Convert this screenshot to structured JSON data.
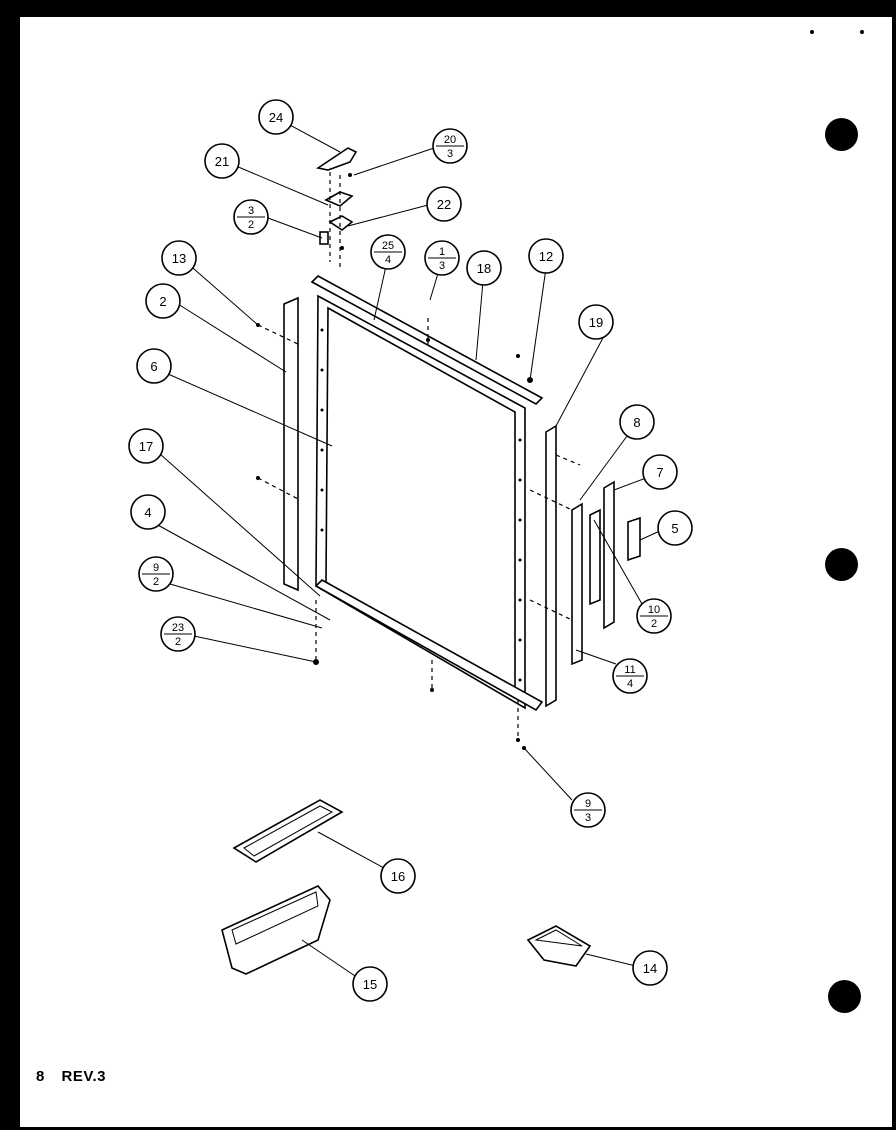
{
  "footer": {
    "page_number": "8",
    "revision": "REV.3"
  },
  "callouts": [
    {
      "id": "c24",
      "top": "24",
      "bottom": ""
    },
    {
      "id": "c21",
      "top": "21",
      "bottom": ""
    },
    {
      "id": "c20",
      "top": "20",
      "bottom": "3"
    },
    {
      "id": "c22",
      "top": "22",
      "bottom": ""
    },
    {
      "id": "c3",
      "top": "3",
      "bottom": "2"
    },
    {
      "id": "c13",
      "top": "13",
      "bottom": ""
    },
    {
      "id": "c25",
      "top": "25",
      "bottom": "4"
    },
    {
      "id": "c1",
      "top": "1",
      "bottom": "3"
    },
    {
      "id": "c18",
      "top": "18",
      "bottom": ""
    },
    {
      "id": "c12",
      "top": "12",
      "bottom": ""
    },
    {
      "id": "c2",
      "top": "2",
      "bottom": ""
    },
    {
      "id": "c19",
      "top": "19",
      "bottom": ""
    },
    {
      "id": "c6",
      "top": "6",
      "bottom": ""
    },
    {
      "id": "c8",
      "top": "8",
      "bottom": ""
    },
    {
      "id": "c17",
      "top": "17",
      "bottom": ""
    },
    {
      "id": "c7",
      "top": "7",
      "bottom": ""
    },
    {
      "id": "c4",
      "top": "4",
      "bottom": ""
    },
    {
      "id": "c5",
      "top": "5",
      "bottom": ""
    },
    {
      "id": "c9a",
      "top": "9",
      "bottom": "2"
    },
    {
      "id": "c10",
      "top": "10",
      "bottom": "2"
    },
    {
      "id": "c23",
      "top": "23",
      "bottom": "2"
    },
    {
      "id": "c11",
      "top": "11",
      "bottom": "4"
    },
    {
      "id": "c9b",
      "top": "9",
      "bottom": "3"
    },
    {
      "id": "c16",
      "top": "16",
      "bottom": ""
    },
    {
      "id": "c15",
      "top": "15",
      "bottom": ""
    },
    {
      "id": "c14",
      "top": "14",
      "bottom": ""
    }
  ]
}
